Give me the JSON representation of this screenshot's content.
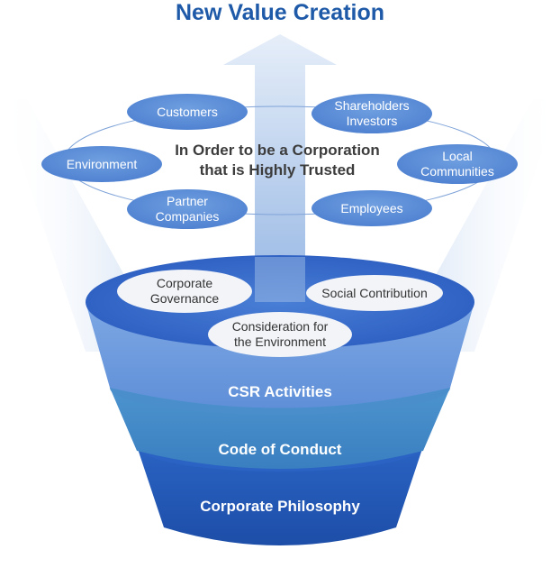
{
  "title": "New Value Creation",
  "center": {
    "line1": "In Order to be a Corporation",
    "line2": "that is Highly Trusted"
  },
  "stakeholders": {
    "customers": [
      "Customers"
    ],
    "shareholders": [
      "Shareholders",
      "Investors"
    ],
    "environment": [
      "Environment"
    ],
    "local": [
      "Local",
      "Communities"
    ],
    "partner": [
      "Partner",
      "Companies"
    ],
    "employees": [
      "Employees"
    ]
  },
  "activities": {
    "governance": [
      "Corporate",
      "Governance"
    ],
    "social": [
      "Social Contribution"
    ],
    "consideration": [
      "Consideration for",
      "the Environment"
    ]
  },
  "layers": {
    "csr": "CSR Activities",
    "conduct": "Code of Conduct",
    "philosophy": "Corporate Philosophy"
  },
  "colors": {
    "title": "#1f5aa8",
    "oval": "#5b8fd9",
    "csr_layer": "#6a98dc",
    "conduct_layer": "#3f86c6",
    "philosophy_layer": "#2358b8",
    "funnel_top": "#3366cc"
  }
}
